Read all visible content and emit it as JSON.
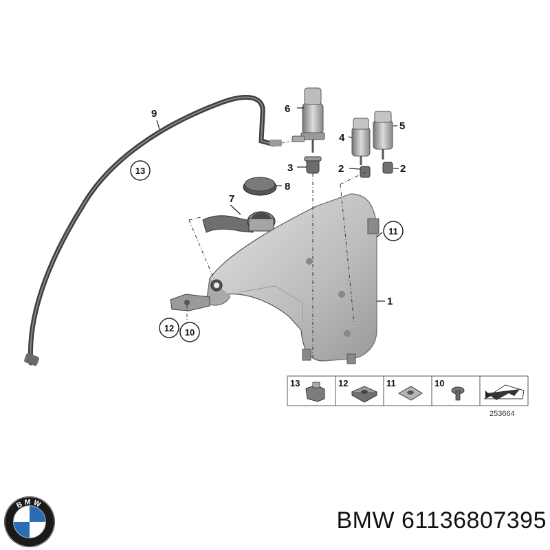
{
  "callouts": {
    "c1": "1",
    "c2a": "2",
    "c2b": "2",
    "c3": "3",
    "c4": "4",
    "c5": "5",
    "c6": "6",
    "c7": "7",
    "c8": "8",
    "c9": "9",
    "c10": "10",
    "c11": "11",
    "c12": "12",
    "c13": "13"
  },
  "legend": {
    "items": [
      "13",
      "12",
      "11",
      "10"
    ],
    "diagram_number": "253664"
  },
  "footer": {
    "brand": "BMW",
    "part_number": "61136807395",
    "logo_letters": "BMW"
  },
  "colors": {
    "part_fill": "#c8c8c8",
    "part_dark": "#8a8a8a",
    "hose": "#4a4a4a",
    "bmw_blue": "#2a6db5",
    "bmw_ring": "#1a1a1a"
  }
}
